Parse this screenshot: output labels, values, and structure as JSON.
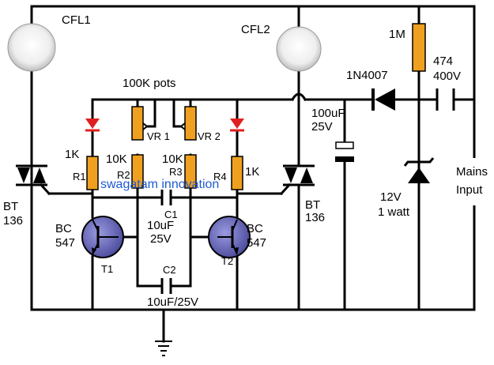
{
  "labels": {
    "cfl1": "CFL1",
    "cfl2": "CFL2",
    "pots": "100K pots",
    "vr1": "VR 1",
    "vr2": "VR 2",
    "r1_value": "1K",
    "r1": "R1",
    "r2_value": "10K",
    "r2": "R2",
    "r3_value": "10K",
    "r3": "R3",
    "r4_value": "1K",
    "r4": "R4",
    "c1": "C1",
    "c1_value_1": "10uF",
    "c1_value_2": "25V",
    "c2": "C2",
    "c2_value": "10uF/25V",
    "t1_type_1": "BC",
    "t1_type_2": "547",
    "t1": "T1",
    "t2_type_1": "BC",
    "t2_type_2": "547",
    "t2": "T2",
    "triac1_1": "BT",
    "triac1_2": "136",
    "triac2_1": "BT",
    "triac2_2": "136",
    "cap_main_1": "100uF",
    "cap_main_2": "25V",
    "resistor_1m": "1M",
    "diode": "1N4007",
    "cap_474_1": "474",
    "cap_474_2": "400V",
    "zener_1": "12V",
    "zener_2": "1 watt",
    "mains_1": "Mains",
    "mains_2": "Input",
    "watermark": "swagatam innovation"
  },
  "colors": {
    "wire": "#000000",
    "resistor": "#f0a020",
    "led": "#e02020",
    "transistor": "#6a6ab8",
    "lamp": "#e8e8e8",
    "watermark": "#1e5ad2"
  }
}
